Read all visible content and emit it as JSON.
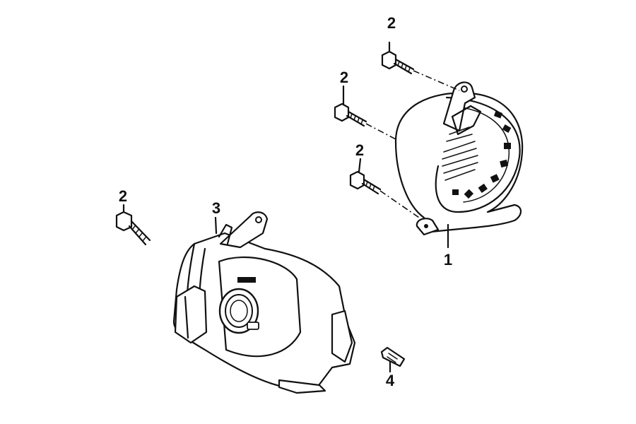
{
  "callouts": {
    "part_1": "1",
    "part_2_top": "2",
    "part_2_mid": "2",
    "part_2_low": "2",
    "part_2_left": "2",
    "part_3": "3",
    "part_4": "4"
  },
  "colors": {
    "line": "#111111",
    "background": "#ffffff"
  }
}
